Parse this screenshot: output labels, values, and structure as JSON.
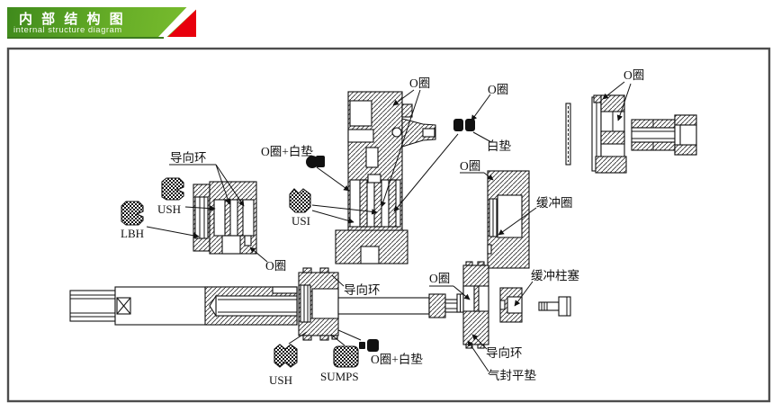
{
  "header": {
    "title": "内 部 结 构 图",
    "subtitle": "internal structure diagram",
    "colors": {
      "banner_green": "#66ad27",
      "banner_red": "#e8000d",
      "line": "#111111"
    }
  },
  "diagram": {
    "labels": {
      "oring_head_top": "O圈",
      "oring_washer_left": "O圈+白垫",
      "usi": "USI",
      "guide_ring_left": "导向环",
      "ush_left": "USH",
      "lbh": "LBH",
      "oring_gland_left": "O圈",
      "oring_head_right": "O圈",
      "white_washer": "白垫",
      "oring_cap": "O圈",
      "cushion_ring": "缓冲圈",
      "oring_top_right": "O圈",
      "guide_ring_rod": "导向环",
      "ush_bottom": "USH",
      "sumps": "SUMPS",
      "oring_washer_bottom": "O圈+白垫",
      "oring_piston": "O圈",
      "cushion_plunger": "缓冲柱塞",
      "guide_ring_piston": "导向环",
      "gas_seal_flat_washer": "气封平垫"
    }
  }
}
